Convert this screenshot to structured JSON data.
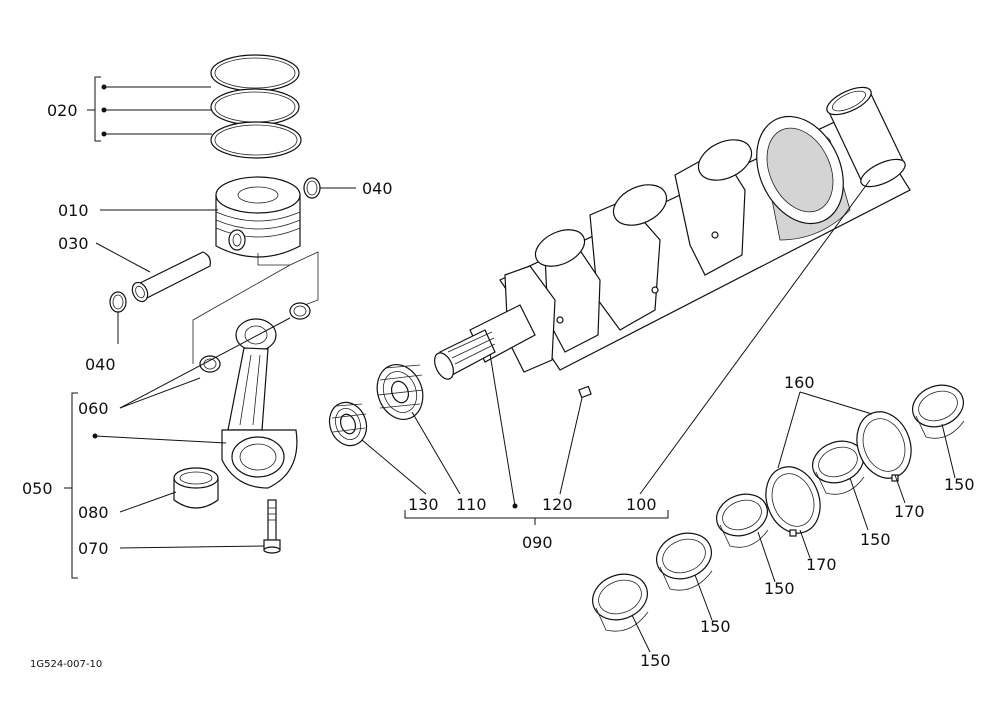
{
  "drawing_code": "1G524-007-10",
  "callouts": {
    "c010": "010",
    "c020": "020",
    "c030": "030",
    "c040_top": "040",
    "c040_left": "040",
    "c050": "050",
    "c060": "060",
    "c070": "070",
    "c080": "080",
    "c090": "090",
    "c100": "100",
    "c110": "110",
    "c120": "120",
    "c130": "130",
    "c150_a": "150",
    "c150_b": "150",
    "c150_c": "150",
    "c150_d": "150",
    "c150_e": "150",
    "c160": "160",
    "c170_a": "170",
    "c170_b": "170"
  }
}
